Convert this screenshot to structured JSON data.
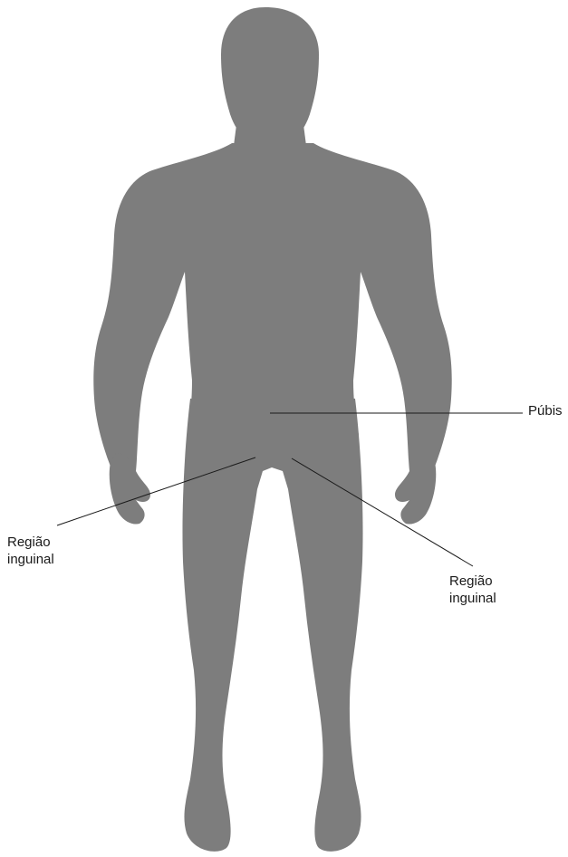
{
  "colors": {
    "background": "#ffffff",
    "silhouette": "#7d7d7d",
    "leader_line": "#1a1a1a",
    "label_text": "#1a1a1a"
  },
  "labels": {
    "pubis": "Púbis",
    "inguinal_left": {
      "line1": "Região",
      "line2": "inguinal"
    },
    "inguinal_right": {
      "line1": "Região",
      "line2": "inguinal"
    }
  }
}
